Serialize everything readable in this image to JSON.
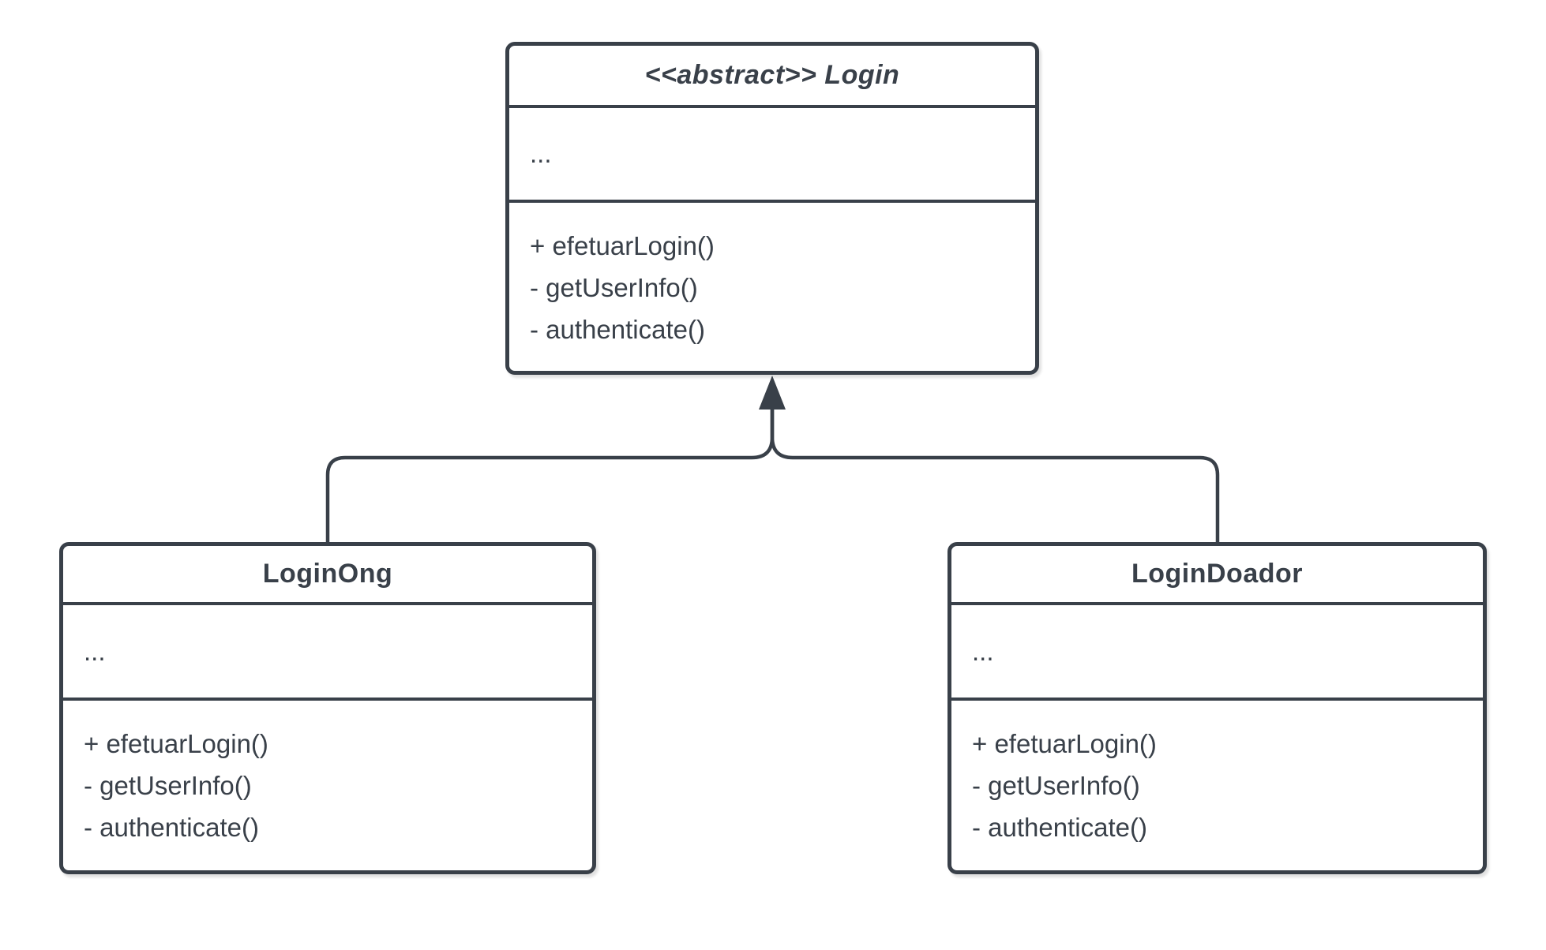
{
  "diagram": {
    "type": "uml-class-diagram",
    "background_color": "#ffffff",
    "stroke_color": "#394049",
    "text_color": "#394049",
    "classes": [
      {
        "id": "login",
        "title": "<<abstract>> Login",
        "attributes_placeholder": "...",
        "methods": [
          "+ efetuarLogin()",
          "- getUserInfo()",
          "- authenticate()"
        ]
      },
      {
        "id": "login-ong",
        "title": "LoginOng",
        "attributes_placeholder": "...",
        "methods": [
          "+ efetuarLogin()",
          "- getUserInfo()",
          "- authenticate()"
        ]
      },
      {
        "id": "login-doador",
        "title": "LoginDoador",
        "attributes_placeholder": "...",
        "methods": [
          "+ efetuarLogin()",
          "- getUserInfo()",
          "- authenticate()"
        ]
      }
    ],
    "relations": [
      {
        "type": "generalization",
        "from": "LoginOng",
        "to": "<<abstract>> Login"
      },
      {
        "type": "generalization",
        "from": "LoginDoador",
        "to": "<<abstract>> Login"
      }
    ]
  }
}
